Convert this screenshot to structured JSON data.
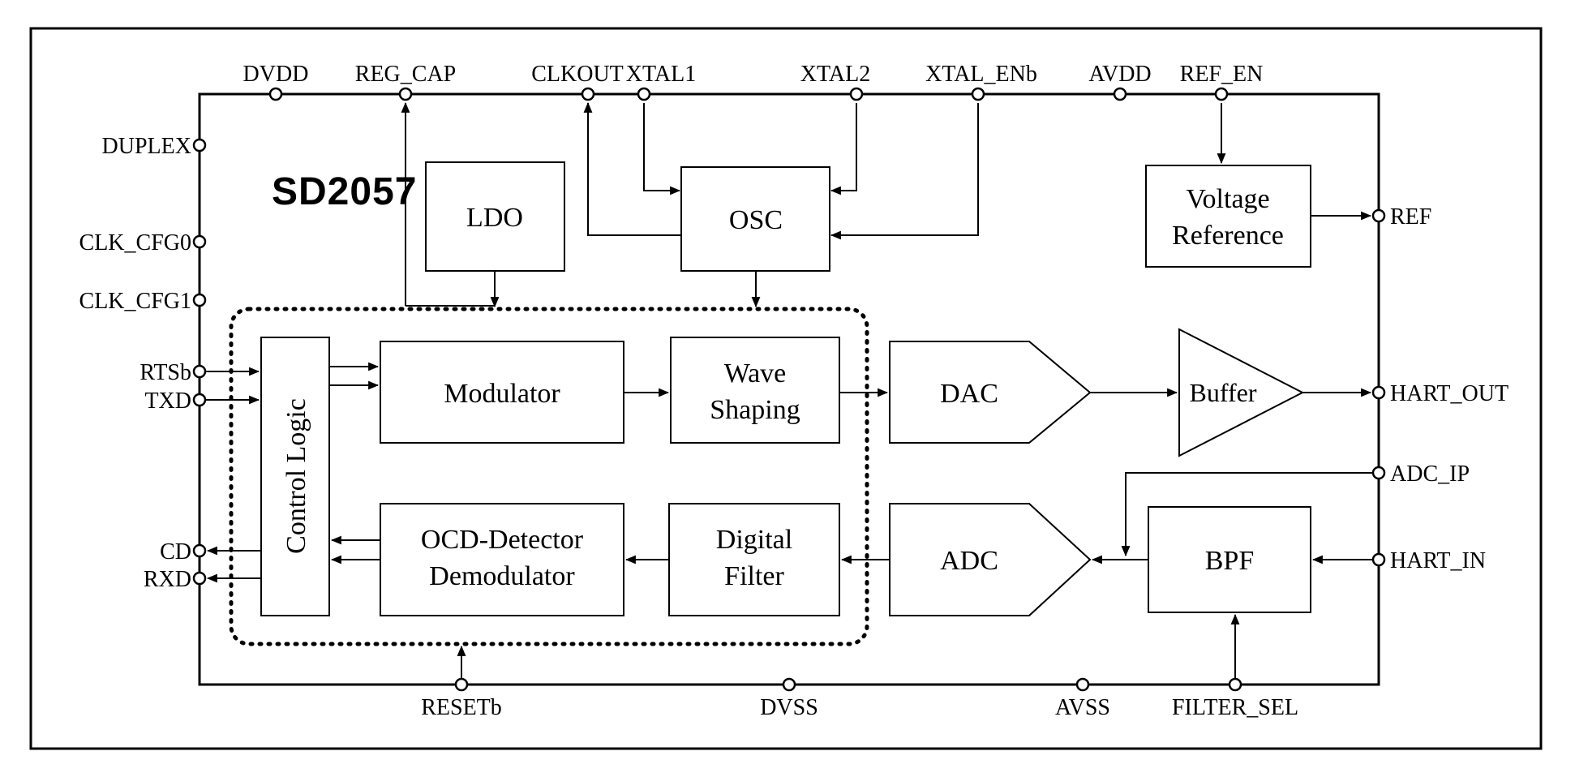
{
  "colors": {
    "ink": "#000000",
    "background": "#ffffff"
  },
  "chip": {
    "title": "SD2057",
    "blocks": {
      "ldo": {
        "label": "LDO"
      },
      "osc": {
        "label": "OSC"
      },
      "voltage_reference": {
        "line1": "Voltage",
        "line2": "Reference"
      },
      "control_logic": {
        "label": "Control Logic"
      },
      "modulator": {
        "label": "Modulator"
      },
      "wave_shaping": {
        "line1": "Wave",
        "line2": "Shaping"
      },
      "dac": {
        "label": "DAC"
      },
      "buffer": {
        "label": "Buffer"
      },
      "ocd_demodulator": {
        "line1": "OCD-Detector",
        "line2": "Demodulator"
      },
      "digital_filter": {
        "line1": "Digital",
        "line2": "Filter"
      },
      "adc": {
        "label": "ADC"
      },
      "bpf": {
        "label": "BPF"
      }
    },
    "pins": {
      "top": [
        "DVDD",
        "REG_CAP",
        "CLKOUT",
        "XTAL1",
        "XTAL2",
        "XTAL_ENb",
        "AVDD",
        "REF_EN"
      ],
      "left": [
        "DUPLEX",
        "CLK_CFG0",
        "CLK_CFG1",
        "RTSb",
        "TXD",
        "CD",
        "RXD"
      ],
      "right": [
        "REF",
        "HART_OUT",
        "ADC_IP",
        "HART_IN"
      ],
      "bottom": [
        "RESETb",
        "DVSS",
        "AVSS",
        "FILTER_SEL"
      ]
    }
  }
}
